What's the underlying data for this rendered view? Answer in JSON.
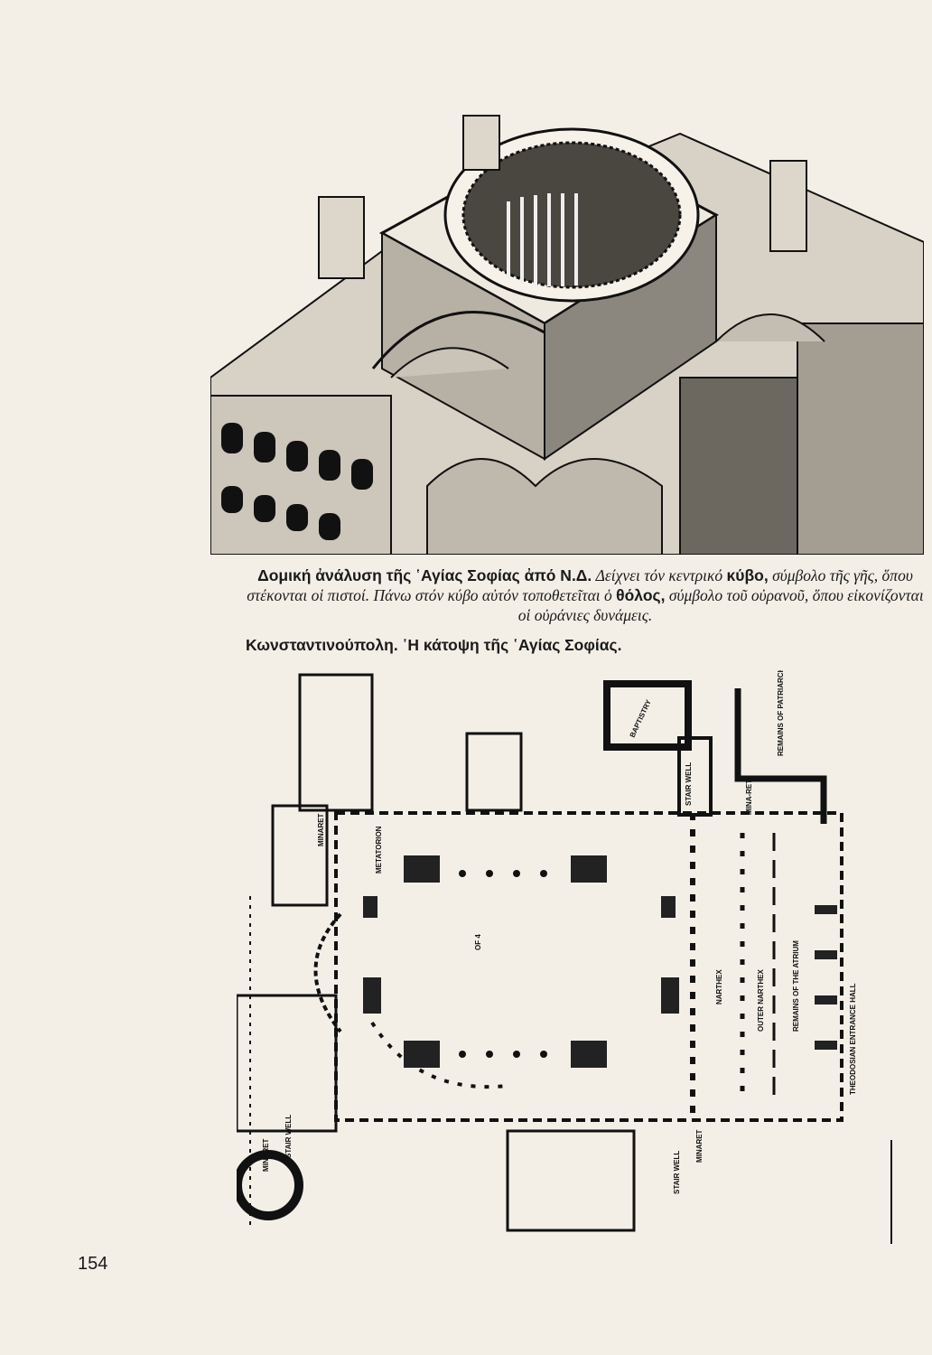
{
  "page_number": "154",
  "caption_top": {
    "title": "Δομική ἀνάλυση τῆς ῾Αγίας Σοφίας ἀπό Ν.Δ.",
    "text1": "Δείχνει τόν κεντρικό",
    "term1": "κύβο,",
    "text2": "σύμβολο τῆς γῆς, ὅπου στέκονται οἱ πιστοί. Πάνω στόν κύβο αὐτόν τοποθετεῖται ὁ",
    "term2": "θόλος,",
    "text3": "σύμβολο τοῦ οὐρανοῦ, ὅπου εἰκονίζονται οἱ οὐράνιες δυνάμεις."
  },
  "caption_plan": "Κωνσταντινούπολη. ῾Η κάτοψη τῆς ῾Αγίας Σοφίας.",
  "plan_labels": {
    "minaret_nw": "MINARET",
    "metatorion": "METATORION",
    "baptistry": "BAPTISTRY",
    "stair_well_n": "STAIR WELL",
    "patriarchal": "REMAINS OF PATRIARCHAL PALACE",
    "minaret_ne": "MINA-RET",
    "narthex": "NARTHEX",
    "outer_narthex": "OUTER NARTHEX",
    "atrium": "REMAINS OF THE ATRIUM",
    "entrance_hall": "THEODOSIAN ENTRANCE HALL",
    "center_mark": "OF 4",
    "minaret_sw": "MINARET",
    "stair_well_sw": "STAIR WELL",
    "minaret_se": "MINARET",
    "stair_well_s": "STAIR WELL"
  }
}
